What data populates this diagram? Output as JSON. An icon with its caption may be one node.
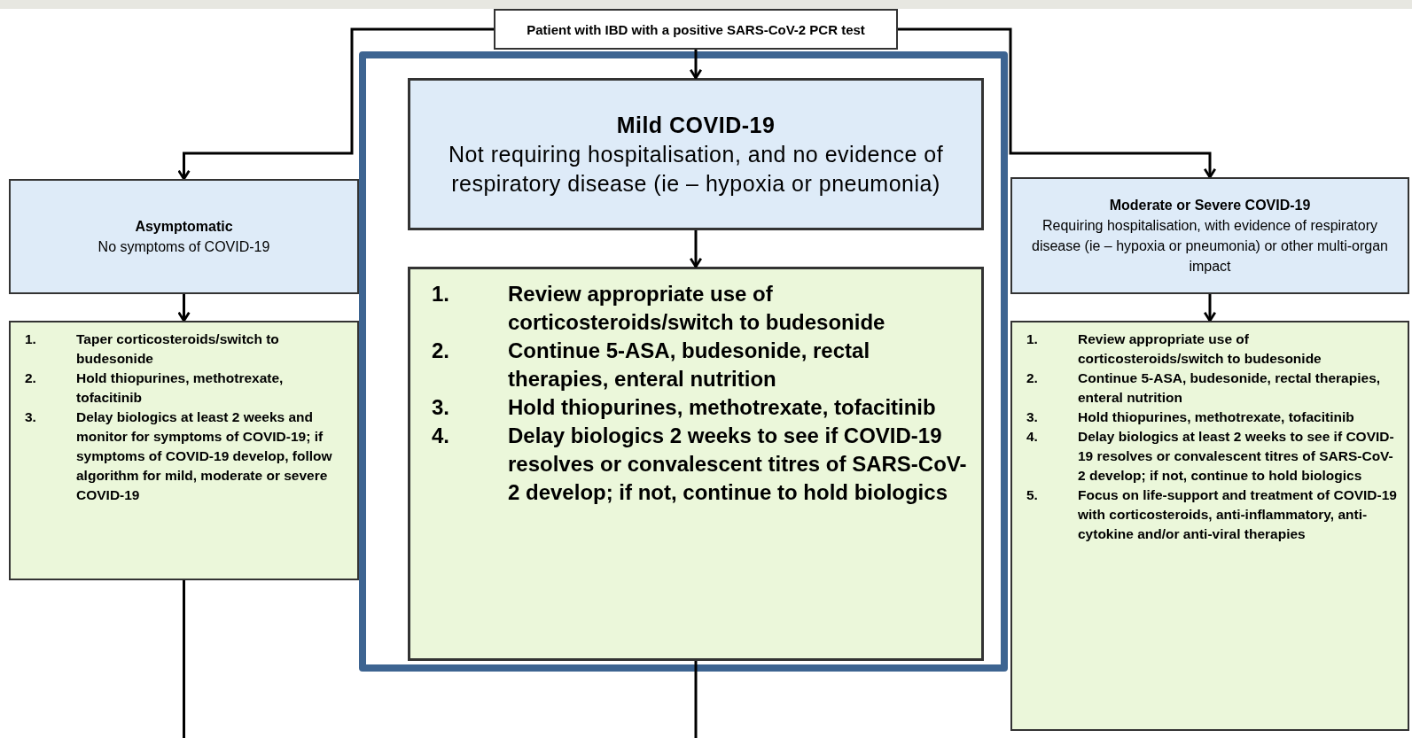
{
  "diagram": {
    "nodes": [
      {
        "text": [
          "Patient with IBD with a positive SARS-CoV-2 PCR test"
        ]
      },
      {
        "text": [
          "Asymptomatic",
          "No symptoms of COVID-19"
        ]
      },
      {
        "text": [
          "Moderate or Severe COVID-19",
          "Requiring hospitalisation, with evidence of respiratory disease (ie – hypoxia or pneumonia) or other multi-organ impact"
        ]
      },
      {
        "text": [
          "1. Taper corticosteroids/switch to budesonide",
          "2. Hold thiopurines, methotrexate, tofacitinib",
          "3. Delay biologics at least 2 weeks and monitor for symptoms of COVID-19; if symptoms of COVID-19 develop, follow algorithm for mild, moderate or severe COVID-19"
        ]
      },
      {
        "text": [
          "1. Review appropriate use of corticosteroids/switch to budesonide",
          "2. Continue 5-ASA, budesonide, rectal therapies, enteral nutrition",
          "3. Hold thiopurines, methotrexate, tofacitinib",
          "4. Delay biologics at least 2 weeks to see if COVID-19 resolves or convalescent titres of SARS-CoV-2 develop; if not, continue to hold biologics",
          "5. Focus on life-support and treatment of COVID-19 with corticosteroids, anti-inflammatory, anti-cytokine and/or anti-viral therapies"
        ]
      },
      {
        "text": [],
        "shape": "box"
      },
      {
        "text": [
          "Mild COVID-19",
          "Not requiring hospitalisation, and no evidence of respiratory disease (ie – hypoxia or pneumonia)"
        ],
        "in": 5
      },
      {
        "text": [
          "1. Review appropriate use of corticosteroids/switch to budesonide",
          "2. Continue 5-ASA, budesonide, rectal therapies, enteral nutrition",
          "3. Hold thiopurines, methotrexate, tofacitinib",
          "4. Delay biologics 2 weeks to see if COVID-19 resolves or convalescent titres of SARS-CoV-2 develop; if not, continue to hold biologics"
        ],
        "in": 5
      }
    ],
    "edges": [
      {
        "from": 0,
        "to": 1,
        "arrow": "to"
      },
      {
        "from": 0,
        "to": 2,
        "arrow": "to"
      },
      {
        "from": 0,
        "to": 6,
        "arrow": "to"
      },
      {
        "from": 1,
        "to": 3,
        "arrow": "to"
      },
      {
        "from": 2,
        "to": 4,
        "arrow": "to"
      },
      {
        "from": 6,
        "to": 7,
        "arrow": "to"
      },
      {
        "from": 3,
        "to": null,
        "arrow": "none"
      },
      {
        "from": 7,
        "to": null,
        "arrow": "none"
      }
    ]
  }
}
